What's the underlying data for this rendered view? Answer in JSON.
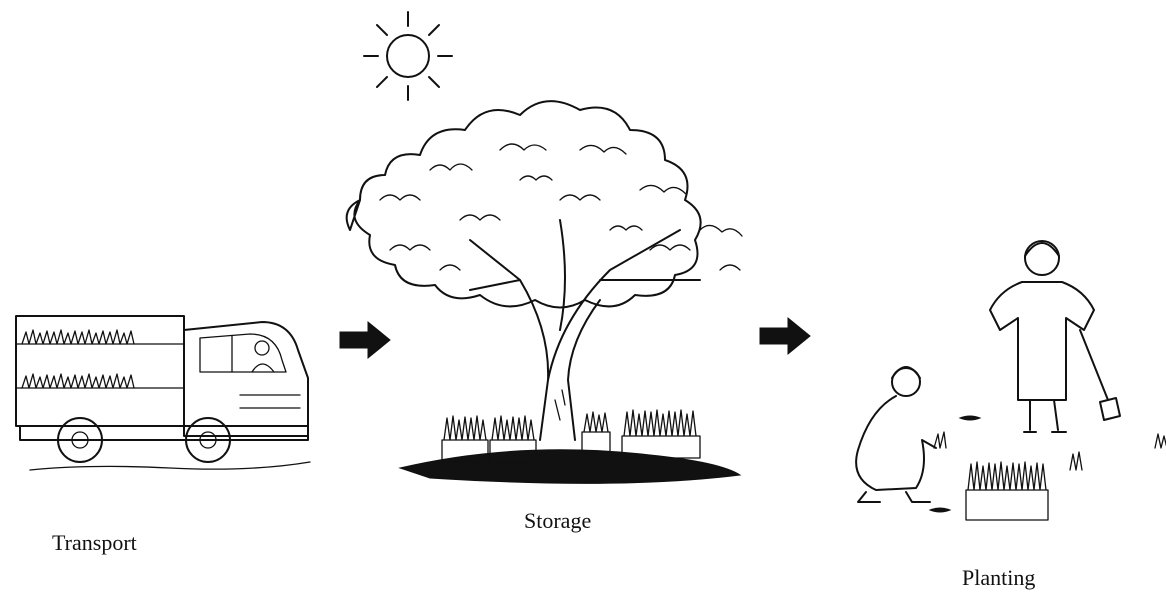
{
  "labels": {
    "transport": "Transport",
    "storage": "Storage",
    "planting": "Planting"
  },
  "icons": [
    "sun-icon",
    "truck-icon",
    "tree-icon",
    "arrow-icon",
    "gardener-icon",
    "seedling-tray-icon"
  ],
  "colors": {
    "ink": "#111111",
    "background": "#ffffff"
  }
}
